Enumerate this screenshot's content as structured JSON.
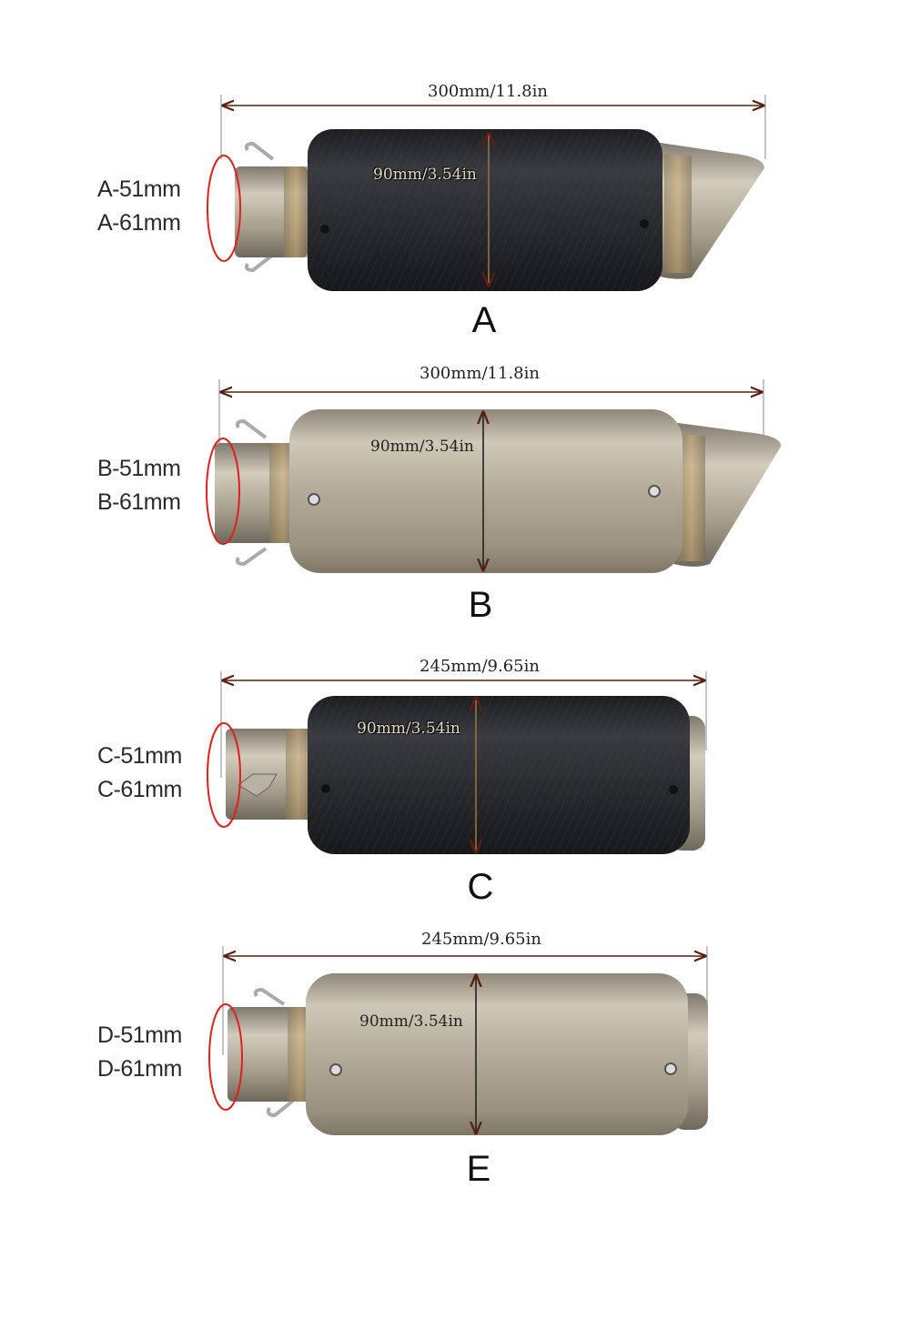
{
  "panels": [
    {
      "id": "A",
      "length": "300mm/11.8in",
      "diameter": "90mm/3.54in",
      "inlet_sizes": [
        "A-51mm",
        "A-61mm"
      ],
      "model_letter": "A",
      "body_finish": "carbon",
      "outlet_style": "angled-tip"
    },
    {
      "id": "B",
      "length": "300mm/11.8in",
      "diameter": "90mm/3.54in",
      "inlet_sizes": [
        "B-51mm",
        "B-61mm"
      ],
      "model_letter": "B",
      "body_finish": "titanium",
      "outlet_style": "angled-tip"
    },
    {
      "id": "C",
      "length": "245mm/9.65in",
      "diameter": "90mm/3.54in",
      "inlet_sizes": [
        "C-51mm",
        "C-61mm"
      ],
      "model_letter": "C",
      "body_finish": "carbon",
      "outlet_style": "flat-end"
    },
    {
      "id": "D",
      "length": "245mm/9.65in",
      "diameter": "90mm/3.54in",
      "inlet_sizes": [
        "D-51mm",
        "D-61mm"
      ],
      "model_letter": "E",
      "body_finish": "titanium",
      "outlet_style": "flat-end"
    }
  ],
  "colors": {
    "arrow": "#5a1f10",
    "inlet_circle": "#e0201e",
    "carbon_body": "#2a2b2f",
    "titanium_body": "#b3aa99"
  }
}
